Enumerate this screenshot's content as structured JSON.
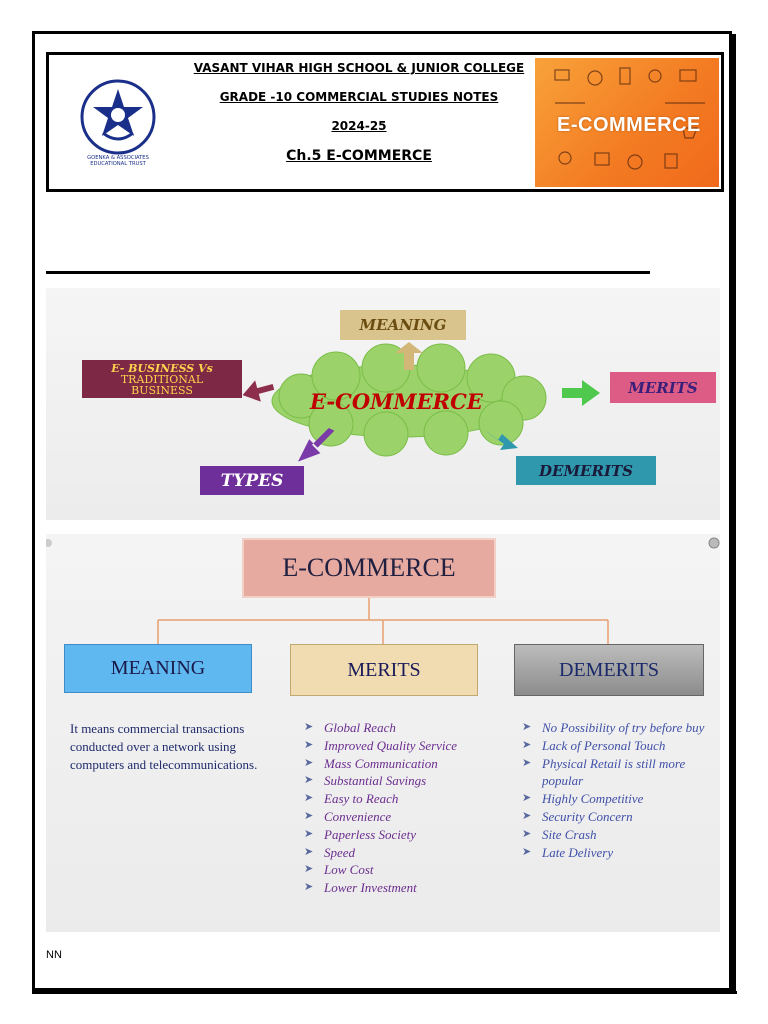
{
  "header": {
    "school": "VASANT VIHAR HIGH SCHOOL & JUNIOR COLLEGE",
    "grade": "GRADE -10 COMMERCIAL STUDIES NOTES",
    "year": "2024-25",
    "chapter": "Ch.5 E-COMMERCE",
    "logo_caption_1": "GOENKA & ASSOCIATES",
    "logo_caption_2": "EDUCATIONAL TRUST",
    "banner_title": "E-COMMERCE"
  },
  "diagram1": {
    "center": "E-COMMERCE",
    "meaning": "MEANING",
    "merits": "MERITS",
    "demerits": "DEMERITS",
    "types": "TYPES",
    "ebiz_line1": "E- BUSINESS Vs",
    "ebiz_line2": "TRADITIONAL",
    "ebiz_line3": "BUSINESS",
    "colors": {
      "meaning": "#d8c48c",
      "merits": "#dc5c86",
      "demerits": "#2f98ad",
      "types": "#6f2f9a",
      "ebiz": "#7d2845",
      "cloud": "#9bd36a"
    }
  },
  "diagram2": {
    "title": "E-COMMERCE",
    "meaning": "MEANING",
    "merits": "MERITS",
    "demerits": "DEMERITS",
    "meaning_text": "It means commercial transactions conducted over a network using computers and telecommunications.",
    "merits_items": [
      "Global Reach",
      "Improved Quality Service",
      "Mass Communication",
      "Substantial Savings",
      "Easy to Reach",
      "Convenience",
      "Paperless Society",
      "Speed",
      "Low Cost",
      "Lower Investment"
    ],
    "demerits_items": [
      "No Possibility of try before buy",
      "Lack of Personal Touch",
      "Physical Retail is still more popular",
      "Highly Competitive",
      "Security Concern",
      "Site Crash",
      "Late Delivery"
    ]
  },
  "footer": {
    "initials": "NN"
  }
}
